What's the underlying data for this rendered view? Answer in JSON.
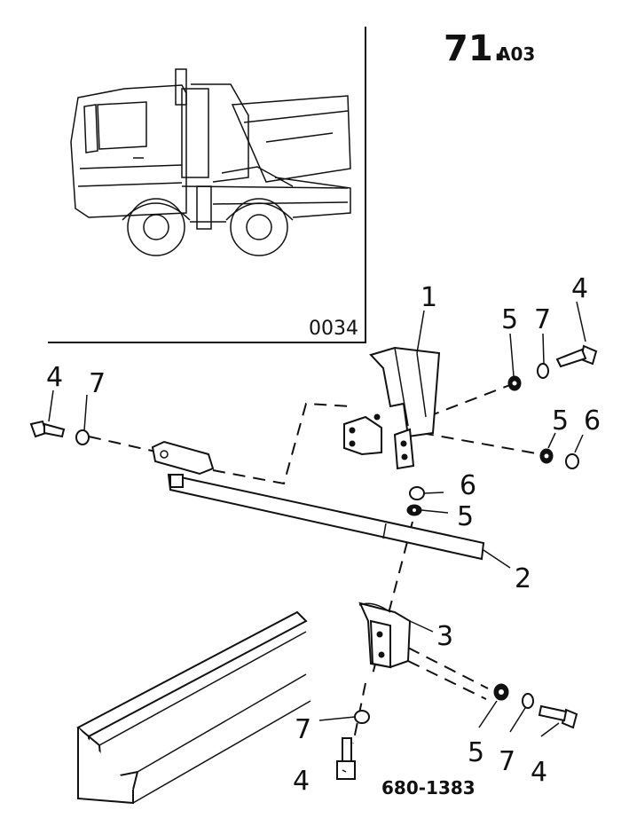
{
  "page_number": "71.",
  "page_suffix": "A03",
  "inset_code": "0034",
  "drawing_number": "680-1383",
  "callouts": {
    "c1": "1",
    "c2": "2",
    "c3": "3",
    "c4a": "4",
    "c4b": "4",
    "c4c": "4",
    "c4d": "4",
    "c5a": "5",
    "c5b": "5",
    "c5c": "5",
    "c5d": "5",
    "c6a": "6",
    "c6b": "6",
    "c7a": "7",
    "c7b": "7",
    "c7c": "7",
    "c7d": "7"
  }
}
